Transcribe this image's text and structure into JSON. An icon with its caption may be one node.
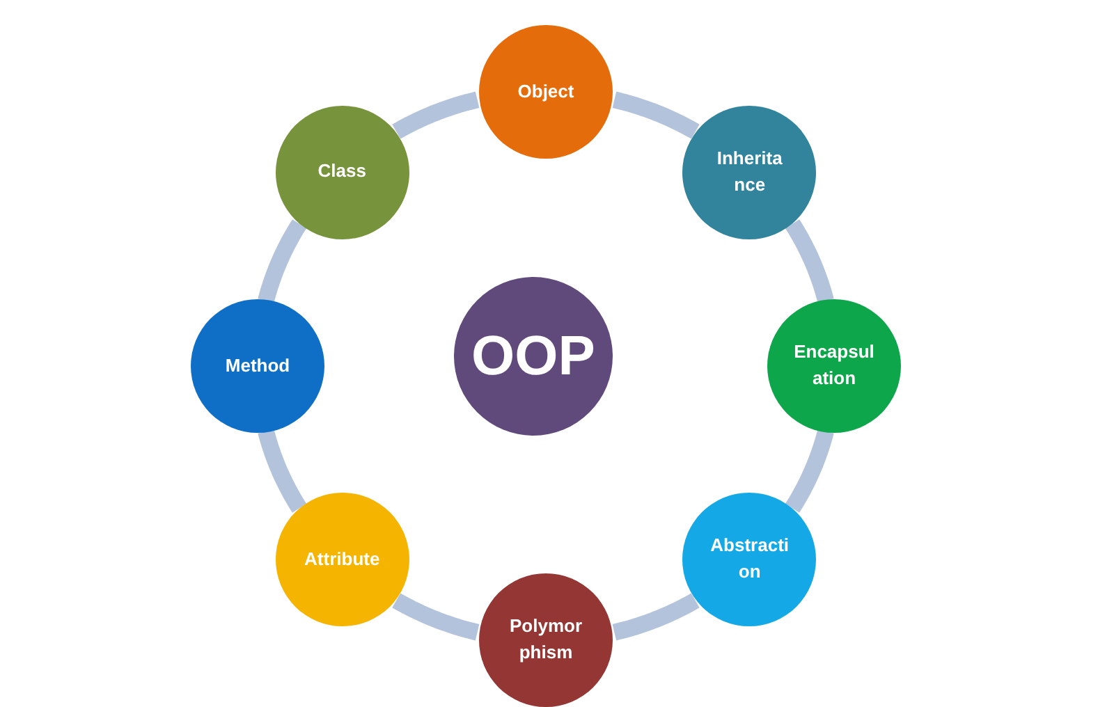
{
  "diagram": {
    "nodes": [
      {
        "text": [
          "OOP"
        ]
      },
      {
        "text": [
          "Object"
        ]
      },
      {
        "text": [
          "Inherita nce"
        ]
      },
      {
        "text": [
          "Encapsul ation"
        ]
      },
      {
        "text": [
          "Abstracti on"
        ]
      },
      {
        "text": [
          "Polymor phism"
        ]
      },
      {
        "text": [
          "Attribute"
        ]
      },
      {
        "text": [
          "Method"
        ]
      },
      {
        "text": [
          "Class"
        ]
      }
    ],
    "edges": [
      {
        "from": 1,
        "to": 2,
        "arrow": "none"
      },
      {
        "from": 2,
        "to": 3,
        "arrow": "none"
      },
      {
        "from": 3,
        "to": 4,
        "arrow": "none"
      },
      {
        "from": 4,
        "to": 5,
        "arrow": "none"
      },
      {
        "from": 5,
        "to": 6,
        "arrow": "none"
      },
      {
        "from": 6,
        "to": 7,
        "arrow": "none"
      },
      {
        "from": 7,
        "to": 8,
        "arrow": "none"
      },
      {
        "from": 8,
        "to": 1,
        "arrow": "none"
      }
    ]
  }
}
